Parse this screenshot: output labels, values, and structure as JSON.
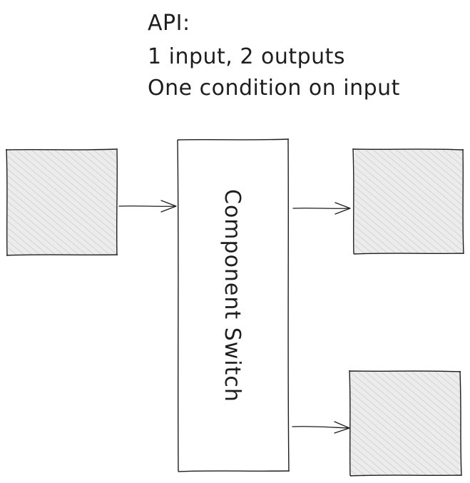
{
  "note": {
    "lines": [
      "API:",
      "1 input, 2 outputs",
      "One condition on input"
    ]
  },
  "component": {
    "label": "Component Switch"
  },
  "colors": {
    "stroke": "#1e1e1e",
    "box_fill": "#e9e9e9",
    "hatch": "#bdbdbd",
    "background": "#ffffff"
  }
}
